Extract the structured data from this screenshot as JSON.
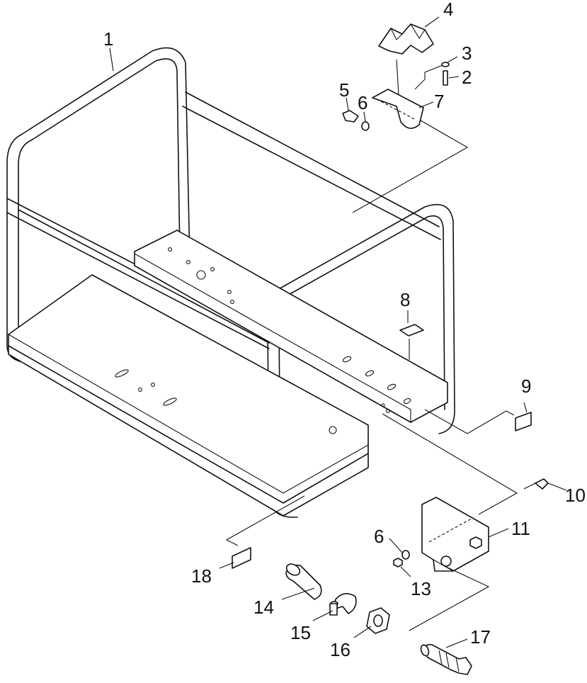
{
  "diagram": {
    "callouts": [
      "1",
      "2",
      "3",
      "4",
      "5",
      "6",
      "7",
      "8",
      "9",
      "10",
      "11",
      "6",
      "13",
      "14",
      "15",
      "16",
      "17",
      "18"
    ]
  }
}
